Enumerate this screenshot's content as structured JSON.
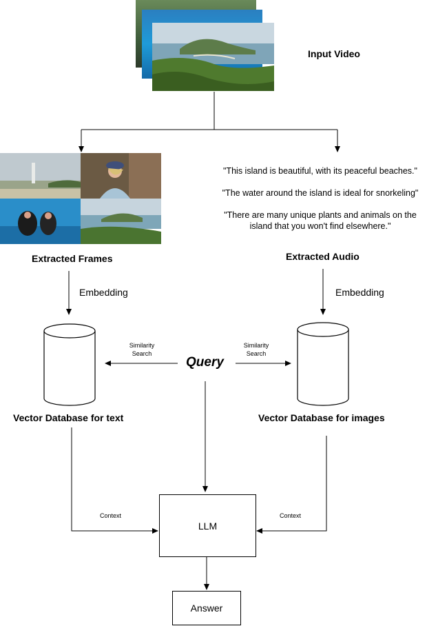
{
  "input_video": {
    "label": "Input Video"
  },
  "frames": {
    "label": "Extracted Frames",
    "embedding_label": "Embedding"
  },
  "audio": {
    "label": "Extracted Audio",
    "embedding_label": "Embedding",
    "quotes": [
      "\"This island is beautiful, with its peaceful beaches.\"",
      "\"The water around the island is ideal for snorkeling\"",
      "\"There are many unique plants and animals on the island that you won't find elsewhere.\""
    ]
  },
  "query": {
    "label": "Query",
    "left_search_label": "Similarity Search",
    "right_search_label": "Similarity Search"
  },
  "databases": {
    "left_label": "Vector Database for text",
    "right_label": "Vector Database for images"
  },
  "llm": {
    "label": "LLM",
    "left_context_label": "Context",
    "right_context_label": "Context"
  },
  "answer": {
    "label": "Answer"
  }
}
